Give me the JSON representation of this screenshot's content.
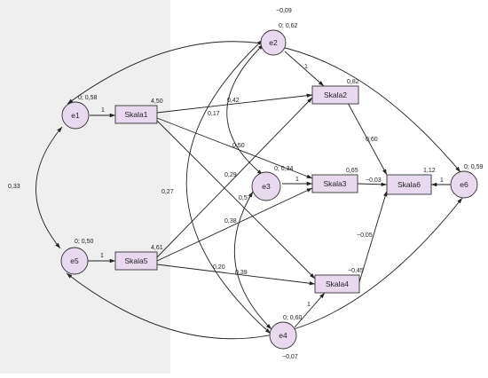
{
  "colors": {
    "canvas_gray": "#efefef",
    "canvas_white": "#ffffff",
    "node_fill": "#e8d9ef",
    "stroke": "#222222"
  },
  "observed": {
    "skala1": {
      "name": "Skala1",
      "value": "4,50"
    },
    "skala2": {
      "name": "Skala2",
      "value": "0,82"
    },
    "skala3": {
      "name": "Skala3",
      "value": "0,65"
    },
    "skala4": {
      "name": "Skala4",
      "value": ""
    },
    "skala5": {
      "name": "Skala5",
      "value": "4,61"
    },
    "skala6": {
      "name": "Skala6",
      "value": "1,12"
    }
  },
  "errors": {
    "e1": {
      "name": "e1",
      "value": "0; 0,58"
    },
    "e2": {
      "name": "e2",
      "value": "0; 0,62"
    },
    "e3": {
      "name": "e3",
      "value": "0; 0,34"
    },
    "e4": {
      "name": "e4",
      "value": "0; 0,60"
    },
    "e5": {
      "name": "e5",
      "value": "0; 0,50"
    },
    "e6": {
      "name": "e6",
      "value": "0; 0,59"
    }
  },
  "paths": {
    "e1_skala1": "1",
    "e5_skala5": "1",
    "e2_skala2": "1",
    "e3_skala3": "1",
    "e4_skala4": "1",
    "e6_skala6": "1",
    "skala1_skala2": "0,42",
    "skala1_skala3": "0,50",
    "skala1_skala4": "0,57",
    "skala5_skala2": "0,29",
    "skala5_skala3": "0,38",
    "skala5_skala4": "0,39",
    "skala2_skala6": "0,60",
    "skala3_skala6": "−0,03",
    "skala4_skala6": "−0,45"
  },
  "covariances": {
    "e1_e5": "0,33",
    "e1_e6": "−0,09",
    "e5_e6": "−0,07",
    "e2_e3": "0,17",
    "e2_e4": "0,27",
    "e3_e4": "0,20",
    "e4_e6": "−0,05"
  }
}
